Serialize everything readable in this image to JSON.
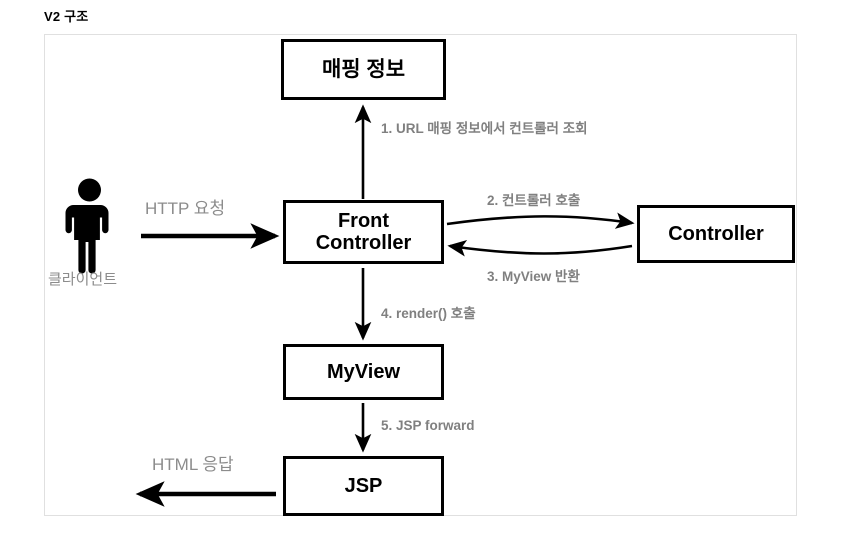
{
  "page": {
    "title": "V2 구조",
    "background": "#ffffff"
  },
  "colors": {
    "box_border": "#000000",
    "box_fill": "#ffffff",
    "frame_border": "#e0e0e0",
    "step_label": "#808080",
    "soft_label": "#8c8c8c",
    "arrow": "#000000",
    "person": "#000000"
  },
  "diagram": {
    "nodes": [
      {
        "id": "mapping-info",
        "label": "매핑 정보",
        "label_line2": ""
      },
      {
        "id": "front-controller",
        "label": "Front",
        "label_line2": "Controller"
      },
      {
        "id": "controller",
        "label": "Controller",
        "label_line2": ""
      },
      {
        "id": "myview",
        "label": "MyView",
        "label_line2": ""
      },
      {
        "id": "jsp",
        "label": "JSP",
        "label_line2": ""
      }
    ],
    "steps": [
      {
        "n": 1,
        "label": "1. URL 매핑 정보에서 컨트롤러 조회",
        "from": "front-controller",
        "to": "mapping-info"
      },
      {
        "n": 2,
        "label": "2. 컨트롤러 호출",
        "from": "front-controller",
        "to": "controller"
      },
      {
        "n": 3,
        "label": "3. MyView 반환",
        "from": "controller",
        "to": "front-controller"
      },
      {
        "n": 4,
        "label": "4. render() 호출",
        "from": "front-controller",
        "to": "myview"
      },
      {
        "n": 5,
        "label": "5. JSP forward",
        "from": "myview",
        "to": "jsp"
      }
    ],
    "flows": [
      {
        "id": "http-request",
        "label": "HTTP 요청",
        "from": "client",
        "to": "front-controller"
      },
      {
        "id": "html-response",
        "label": "HTML 응답",
        "from": "jsp",
        "to": "client"
      }
    ],
    "actor": {
      "id": "client",
      "label": "클라이언트",
      "icon": "person-icon"
    }
  }
}
